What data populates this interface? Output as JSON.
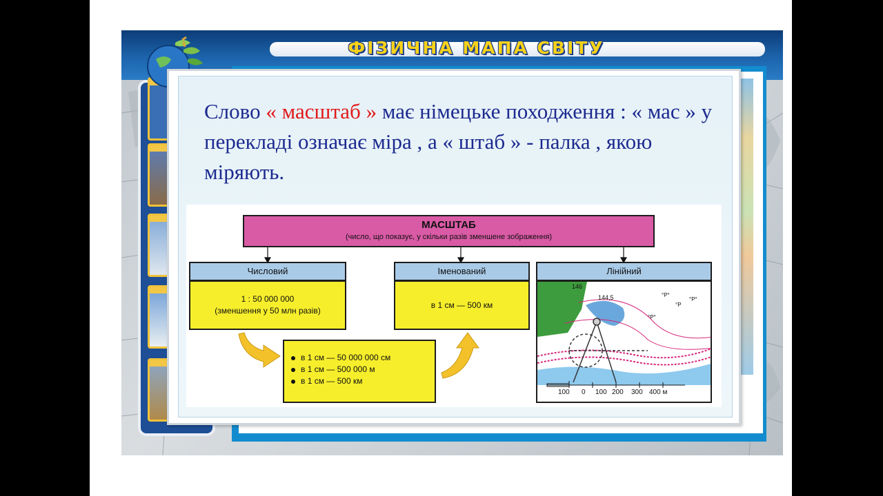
{
  "slide": {
    "title": "ФІЗИЧНА МАПА СВІТУ"
  },
  "intro": {
    "p1": "Слово ",
    "term": "« масштаб »",
    "p2": " має німецьке походження : « мас » у перекладі означає міра , а « штаб » -  палка , якою міряють."
  },
  "diagram": {
    "scale": {
      "title": "МАСШТАБ",
      "subtitle": "(число, що показує, у скільки разів зменшене зображення)"
    },
    "numeric": {
      "header": "Числовий",
      "line1": "1 : 50 000 000",
      "line2": "(зменшення у 50 млн разів)"
    },
    "named": {
      "header": "Іменований",
      "value": "в 1 см — 500 км"
    },
    "conversion": [
      "в 1 см — 50 000 000 см",
      "в 1 см — 500 000 м",
      "в 1 см — 500 км"
    ],
    "linear": {
      "header": "Лінійний",
      "elev1": "146",
      "elev2": "144,5",
      "ruler": [
        "100",
        "0",
        "100",
        "200",
        "300",
        "400 м"
      ]
    }
  },
  "colors": {
    "text_blue": "#1c2a8f",
    "term_red": "#e01a1a",
    "title_yellow": "#f7d21a",
    "scale_pink": "#d95aa5",
    "header_blue": "#a9cbe8",
    "value_yellow": "#f6ee2b"
  }
}
